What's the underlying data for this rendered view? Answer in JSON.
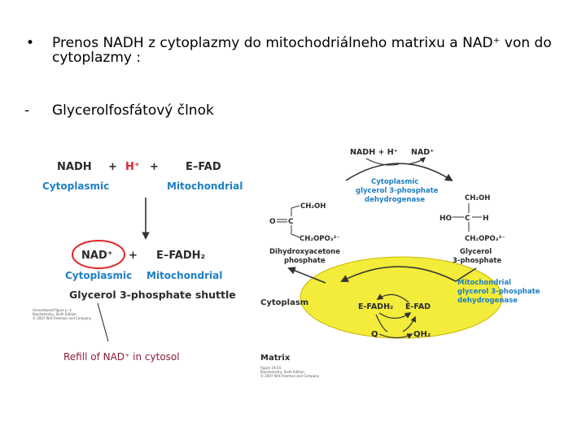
{
  "bullets": [
    {
      "marker": "•",
      "text": "Prenos NADH z cytoplazmy do mitochodriálneho matrixu a NAD⁺ von do cytoplazmy :"
    },
    {
      "marker": "-",
      "text": "Glycerolfosfátový člnok"
    }
  ],
  "left_figure": {
    "nadh": "NADH",
    "plus1": "+",
    "hplus": "H⁺",
    "plus2": "+",
    "efad": "E–FAD",
    "cytoplasmic_top": "Cytoplasmic",
    "mitochondrial_top": "Mitochondrial",
    "nadplus": "NAD⁺",
    "plus3": "+",
    "efadh2": "E–FADH₂",
    "cytoplasmic_bottom": "Cytoplasmic",
    "mitochondrial_bottom": "Mitochondrial",
    "caption": "Glycerol 3-phosphate shuttle",
    "credit": [
      "Unnumbered figure p. 4",
      "Biochemistry, Sixth Edition",
      "© 2007 W.H.Freeman and Company"
    ]
  },
  "annotation": {
    "text": "Refill of NAD⁺ in cytosol"
  },
  "right_figure": {
    "nadh_h": "NADH + H⁺",
    "nad_top": "NAD⁺",
    "enzyme_cyto": [
      "Cytoplasmic",
      "glycerol 3-phosphate",
      "dehydrogenase"
    ],
    "dhap_ch2oh": "CH₂OH",
    "dhap_c": "C",
    "dhap_o": "O",
    "dhap_ch2opo3": "CH₂OPO₃²⁻",
    "dhap_label": [
      "Dihydroxyacetone",
      "phosphate"
    ],
    "g3p_ch2oh": "CH₂OH",
    "g3p_ho": "HO",
    "g3p_c": "C",
    "g3p_h": "H",
    "g3p_ch2opo3": "CH₂OPO₃²⁻",
    "g3p_label": [
      "Glycerol",
      "3-phosphate"
    ],
    "enzyme_mito": [
      "Mitochondrial",
      "glycerol 3-phosphate",
      "dehydrogenase"
    ],
    "cytoplasm": "Cytoplasm",
    "efadh2": "E-FADH₂",
    "efad": "E-FAD",
    "q": "Q",
    "qh2": "QH₂",
    "matrix": "Matrix",
    "credit": [
      "Figure 19-25",
      "Biochemistry, Sixth Edition",
      "© 2007 W.H.Freeman and Company"
    ]
  },
  "colors": {
    "dark": "#2b2b2b",
    "blue": "#1e7fc2",
    "red": "#e0262b",
    "annotation": "#8a1e3a",
    "ellipse": "#f3ec3a",
    "membrane": "#2a8a84"
  }
}
